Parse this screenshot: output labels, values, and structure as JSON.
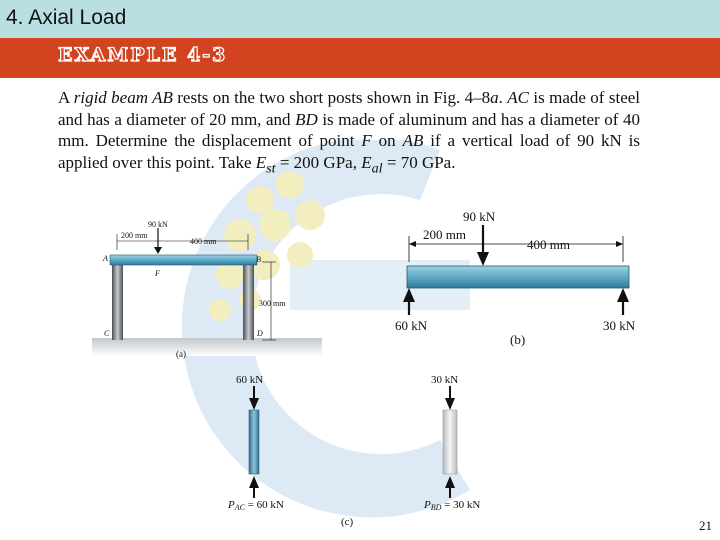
{
  "header": {
    "title": "4. Axial Load"
  },
  "banner": {
    "example_label": "EXAMPLE 4-3"
  },
  "problem": {
    "t1": "A ",
    "t2": "rigid beam AB",
    "t3": " rests on the two short posts shown in Fig. 4–8",
    "t4": "a",
    "t5": ". ",
    "t6": "AC",
    "t7": " is made of steel and has a diameter of 20 mm, and ",
    "t8": "BD",
    "t9": " is made of aluminum and has a diameter of 40 mm. Determine the displacement of point ",
    "t10": "F",
    "t11": " on ",
    "t12": "AB",
    "t13": " if a vertical load of 90 kN is applied over this point. Take ",
    "t14": "E",
    "t15": "st",
    "t16": " = 200 GPa, ",
    "t17": "E",
    "t18": "al",
    "t19": " = 70 GPa."
  },
  "fig_a": {
    "load": "90 kN",
    "dim_left": "200 mm",
    "dim_right": "400 mm",
    "height": "300 mm",
    "point_a": "A",
    "point_b": "B",
    "point_f": "F",
    "point_c": "C",
    "point_d": "D",
    "caption": "(a)"
  },
  "fig_b": {
    "load": "90 kN",
    "dim_left": "200 mm",
    "dim_right": "400 mm",
    "reaction_left": "60 kN",
    "reaction_right": "30 kN",
    "caption": "(b)"
  },
  "fig_c": {
    "left_top": "60 kN",
    "left_bottom_p": "P",
    "left_bottom_sub": "AC",
    "left_bottom_val": " = 60 kN",
    "right_top": "30 kN",
    "right_bottom_p": "P",
    "right_bottom_sub": "BD",
    "right_bottom_val": " = 30 kN",
    "caption": "(c)"
  },
  "footer": {
    "page_number": "21"
  },
  "colors": {
    "header_bg": "#b9dfe3",
    "banner_bg": "#d2431f",
    "beam": "#5fa9c6"
  }
}
